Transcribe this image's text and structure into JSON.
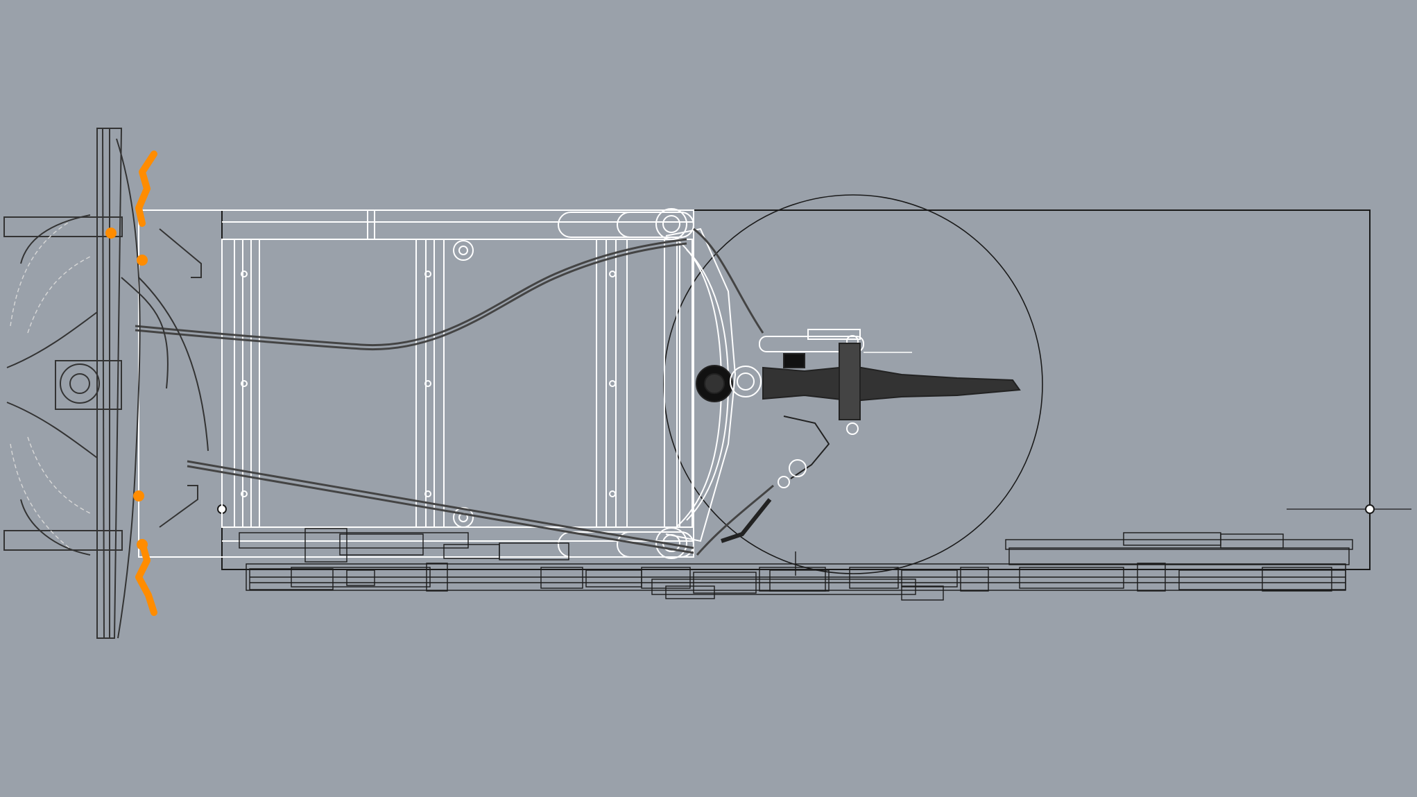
{
  "viewport": {
    "name": "top-view-viewport",
    "background_color": "#9aa1aa",
    "display_mode": "wireframe"
  },
  "model": {
    "colors": {
      "curve_black": "#1a1a1a",
      "dark_gray": "#444444",
      "selected_white": "#ffffff",
      "light_gray": "#d8d8d8",
      "highlight_orange": "#ff8c00"
    },
    "objects": [
      {
        "name": "bounding-box",
        "kind": "rectangle-outline"
      },
      {
        "name": "handlebar",
        "kind": "mesh"
      },
      {
        "name": "brake-levers",
        "kind": "mesh"
      },
      {
        "name": "frame-chassis",
        "kind": "wireframe"
      },
      {
        "name": "crank-assembly",
        "kind": "mesh"
      },
      {
        "name": "chainring-circle",
        "kind": "circle-outline"
      },
      {
        "name": "drivetrain-components",
        "kind": "wireframe"
      }
    ]
  }
}
